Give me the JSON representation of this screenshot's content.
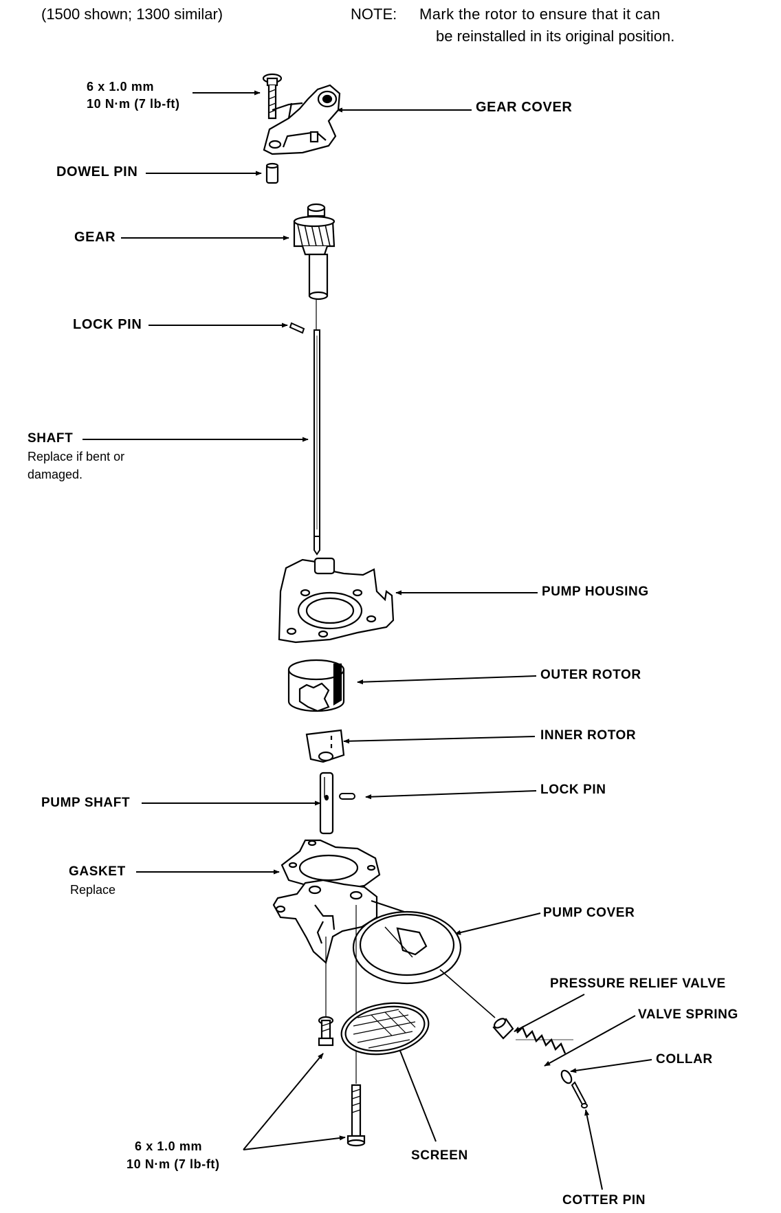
{
  "header": {
    "caption": "(1500 shown; 1300 similar)",
    "note_label": "NOTE:",
    "note_line1": "Mark the rotor to ensure that it can",
    "note_line2": "be reinstalled in its original position."
  },
  "labels": {
    "bolt_top_size": "6 x 1.0 mm",
    "bolt_top_torque": "10 N·m (7 lb-ft)",
    "gear_cover": "GEAR COVER",
    "dowel_pin": "DOWEL PIN",
    "gear": "GEAR",
    "lock_pin_top": "LOCK PIN",
    "shaft": "SHAFT",
    "shaft_note1": "Replace if bent or",
    "shaft_note2": "damaged.",
    "pump_housing": "PUMP HOUSING",
    "outer_rotor": "OUTER ROTOR",
    "inner_rotor": "INNER ROTOR",
    "lock_pin_bottom": "LOCK PIN",
    "pump_shaft": "PUMP SHAFT",
    "gasket": "GASKET",
    "gasket_note": "Replace",
    "pump_cover": "PUMP COVER",
    "pressure_relief_valve": "PRESSURE RELIEF VALVE",
    "valve_spring": "VALVE SPRING",
    "collar": "COLLAR",
    "bolt_bottom_size": "6 x 1.0 mm",
    "bolt_bottom_torque": "10 N·m (7 lb-ft)",
    "screen": "SCREEN",
    "cotter_pin": "COTTER PIN"
  }
}
